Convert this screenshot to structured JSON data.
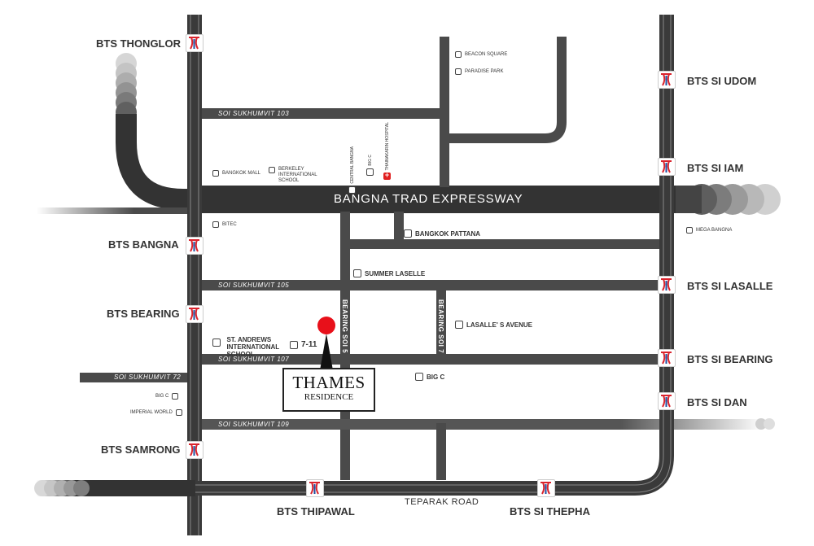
{
  "map": {
    "expressway_label": "BANGNA TRAD EXPRESSWAY",
    "roads": {
      "soi103": "SOI SUKHUMVIT 103",
      "soi105": "SOI SUKHUMVIT 105",
      "soi107": "SOI SUKHUMVIT 107",
      "soi109": "SOI SUKHUMVIT 109",
      "soi72": "SOI SUKHUMVIT 72",
      "teparak": "TEPARAK ROAD",
      "bearing5": "BEARING SOI 5",
      "bearing7": "BEARING SOI 7"
    },
    "bts": {
      "thonglor": "BTS THONGLOR",
      "bangna": "BTS BANGNA",
      "bearing": "BTS BEARING",
      "samrong": "BTS SAMRONG",
      "si_udom": "BTS SI UDOM",
      "si_iam": "BTS SI IAM",
      "si_lasalle": "BTS SI LASALLE",
      "si_bearing": "BTS SI BEARING",
      "si_dan": "BTS SI DAN",
      "thipawal": "BTS THIPAWAL",
      "si_thepha": "BTS SI THEPHA"
    },
    "pois": {
      "beacon_square": "BEACON SQUARE",
      "paradise_park": "PARADISE PARK",
      "bangkok_mall": "BANGKOK MALL",
      "berkeley": "BERKELEY INTERNATIONAL SCHOOL",
      "central_bangna": "CENTRAL BANGNA",
      "big_c_top": "BIG C",
      "thainakarin": "THAINAKARIN HOSPITAL",
      "bitec": "BITEC",
      "bangkok_pattana": "BANGKOK PATTANA",
      "mega_bangna": "MEGA BANGNA",
      "summer_lasalle": "SUMMER LASELLE",
      "lasalles_avenue": "LASALLE' S AVENUE",
      "st_andrews_1": "ST. ANDREWS",
      "st_andrews_2": "INTERNATIONAL",
      "st_andrews_3": "SCHOOL",
      "seven_eleven": "7-11",
      "big_c_mid": "BIG C",
      "big_c_left": "BIG C",
      "imperial_world": "IMPERIAL WORLD"
    },
    "project": {
      "name": "THAMES",
      "subtitle": "RESIDENCE",
      "marker_color": "#e8101a"
    },
    "colors": {
      "road": "#4a4a4a",
      "expressway": "#333333",
      "bts_line": "#3a3a3a",
      "bts_red": "#d9232d",
      "bts_blue": "#1f4fa0"
    }
  }
}
